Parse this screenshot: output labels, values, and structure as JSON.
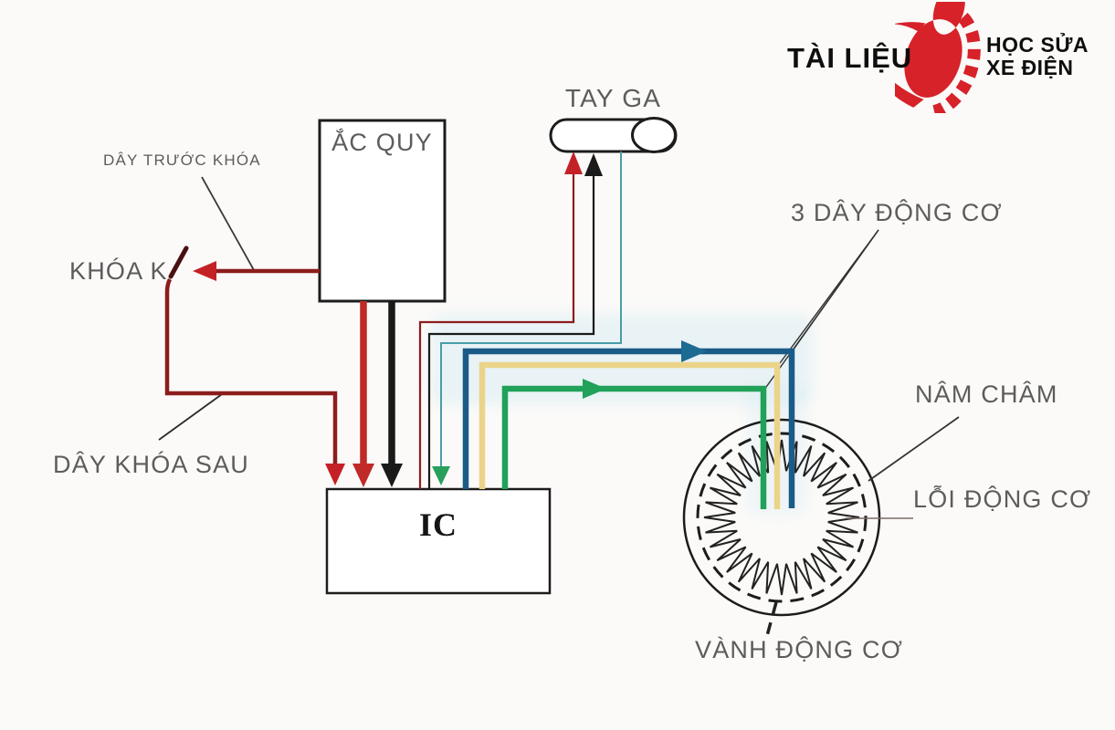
{
  "logo": {
    "brand": "TÀI LIỆU",
    "school_line1": "HỌC SỬA",
    "school_line2": "XE ĐIỆN",
    "tire_color": "#D7222A",
    "text_color": "#0E0E0E"
  },
  "labels": {
    "battery": "ẮC QUY",
    "throttle": "TAY GA",
    "controller": "IC",
    "key_switch": "KHÓA K",
    "wire_before_key": "DÂY TRƯỚC KHÓA",
    "wire_after_key": "DÂY KHÓA SAU",
    "motor_wires": "3 DÂY ĐỘNG CƠ",
    "magnet": "NÂM CHÂM",
    "motor_core": "LỖI ĐỘNG CƠ",
    "motor_rim": "VÀNH ĐỘNG CƠ"
  },
  "colors": {
    "power_red": "#C02A28",
    "arrow_red": "#C42127",
    "ground_black": "#1A1A1A",
    "key_wire_maroon": "#8C1D1D",
    "switch_lever_dark": "#4A1010",
    "throttle_signal_teal": "#4A9DA8",
    "phase_wire_blue": "#1A5B88",
    "phase_arrow_blue": "#1D6A92",
    "phase_wire_yellow": "#EBD48A",
    "phase_wire_green": "#21A159",
    "arrow_green": "#27A05C",
    "label_gray": "#5C5C5C",
    "outline_black": "#1C1C1C"
  }
}
